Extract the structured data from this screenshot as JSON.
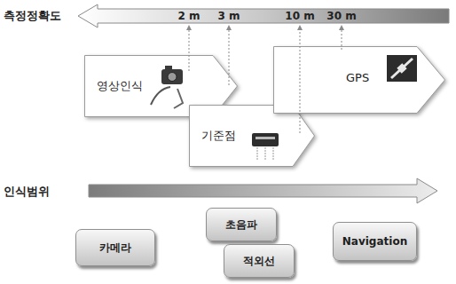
{
  "diagram": {
    "nodes": [
      {
        "text": [
          "영상인식"
        ]
      },
      {
        "text": [
          "기준점"
        ]
      },
      {
        "text": [
          "GPS"
        ]
      },
      {
        "text": [
          "카메라"
        ]
      },
      {
        "text": [
          "초음파"
        ]
      },
      {
        "text": [
          "적외선"
        ]
      },
      {
        "text": [
          "Navigation"
        ]
      }
    ],
    "labels": [
      "측정정확도",
      "2 m",
      "3 m",
      "10 m",
      "30 m",
      "인식범위"
    ]
  }
}
